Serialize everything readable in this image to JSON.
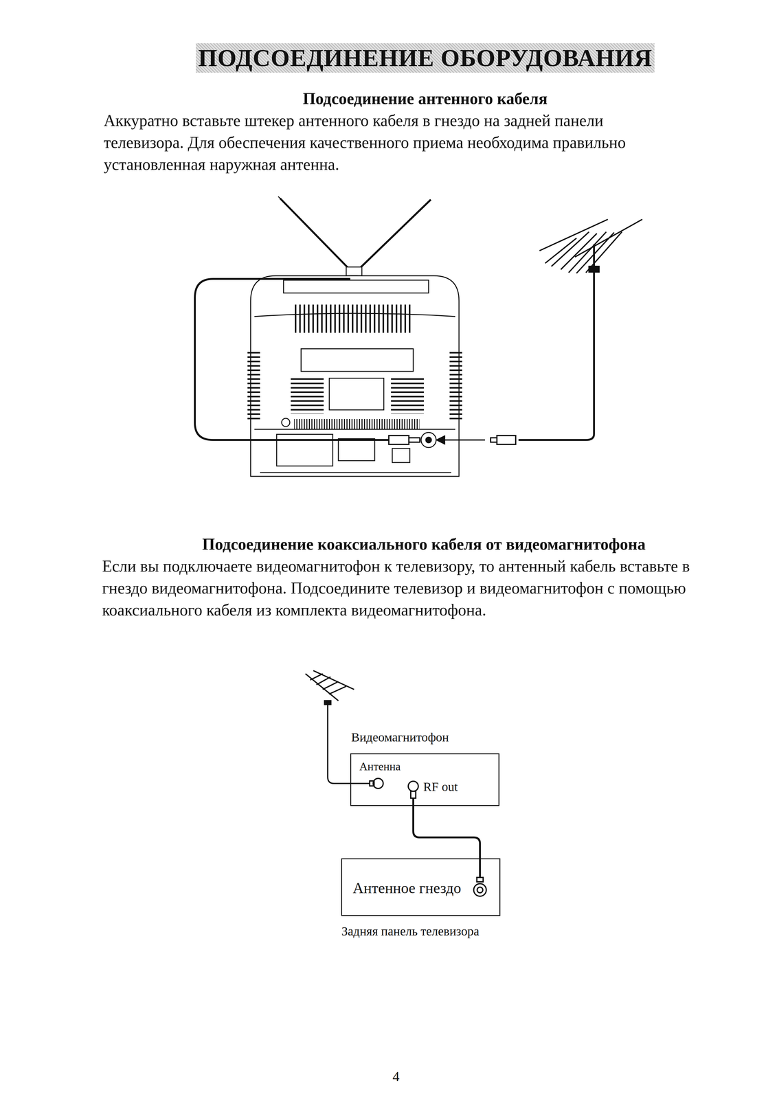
{
  "diagram": {
    "title": "ПОДСОЕДИНЕНИЕ ОБОРУДОВАНИЯ",
    "nodes": [
      {
        "text": [
          "Видеомагнитофон",
          "Антенна",
          "RF out"
        ]
      },
      {
        "text": [
          "Антенное гнездо",
          "Задняя панель телевизора"
        ]
      }
    ],
    "edges": [
      {
        "from": 0,
        "to": 1,
        "arrow": "none"
      }
    ],
    "labels": [
      "Подсоединение антенного кабеля",
      "Аккуратно вставьте штекер антенного кабеля в гнездо на задней панели телевизора. Для обеспечения качественного приема необходима правильно установленная наружная антенна.",
      "Подсоединение коаксиального кабеля от видеомагнитофона",
      "Если вы подключаете видеомагнитофон к телевизору, то антенный кабель вставьте в гнездо видеомагнитофона. Подсоедините телевизор и видеомагнитофон с помощью коаксиального кабеля из комплекта видеомагнитофона.",
      "4"
    ]
  }
}
